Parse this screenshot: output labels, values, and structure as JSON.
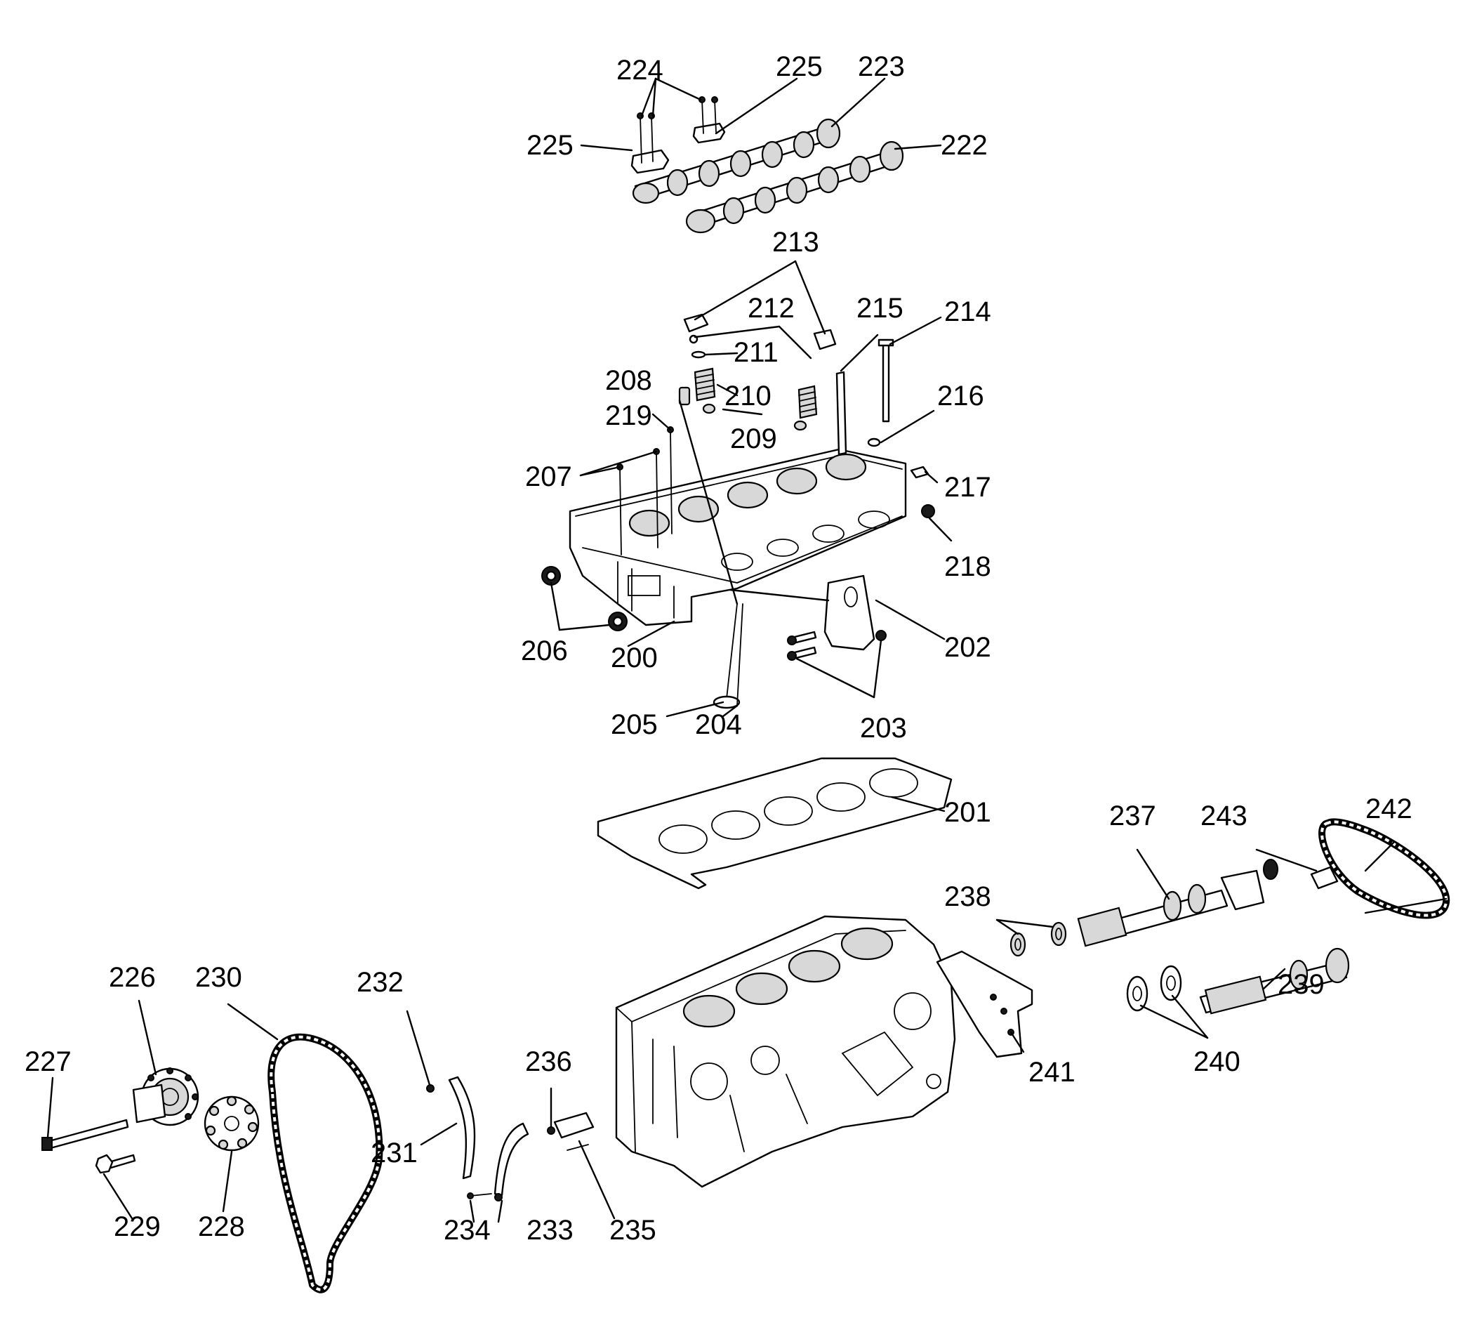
{
  "callouts": [
    {
      "id": "200",
      "text": "200"
    },
    {
      "id": "201",
      "text": "201"
    },
    {
      "id": "202",
      "text": "202"
    },
    {
      "id": "203",
      "text": "203"
    },
    {
      "id": "204",
      "text": "204"
    },
    {
      "id": "205",
      "text": "205"
    },
    {
      "id": "206",
      "text": "206"
    },
    {
      "id": "207",
      "text": "207"
    },
    {
      "id": "208",
      "text": "208"
    },
    {
      "id": "209",
      "text": "209"
    },
    {
      "id": "210",
      "text": "210"
    },
    {
      "id": "211",
      "text": "211"
    },
    {
      "id": "212",
      "text": "212"
    },
    {
      "id": "213",
      "text": "213"
    },
    {
      "id": "214",
      "text": "214"
    },
    {
      "id": "215",
      "text": "215"
    },
    {
      "id": "216",
      "text": "216"
    },
    {
      "id": "217",
      "text": "217"
    },
    {
      "id": "218",
      "text": "218"
    },
    {
      "id": "219",
      "text": "219"
    },
    {
      "id": "222",
      "text": "222"
    },
    {
      "id": "223",
      "text": "223"
    },
    {
      "id": "224",
      "text": "224"
    },
    {
      "id": "225a",
      "text": "225"
    },
    {
      "id": "225b",
      "text": "225"
    },
    {
      "id": "226",
      "text": "226"
    },
    {
      "id": "227",
      "text": "227"
    },
    {
      "id": "228",
      "text": "228"
    },
    {
      "id": "229",
      "text": "229"
    },
    {
      "id": "230",
      "text": "230"
    },
    {
      "id": "231",
      "text": "231"
    },
    {
      "id": "232",
      "text": "232"
    },
    {
      "id": "233",
      "text": "233"
    },
    {
      "id": "234",
      "text": "234"
    },
    {
      "id": "235",
      "text": "235"
    },
    {
      "id": "236",
      "text": "236"
    },
    {
      "id": "237",
      "text": "237"
    },
    {
      "id": "238",
      "text": "238"
    },
    {
      "id": "239",
      "text": "239"
    },
    {
      "id": "240",
      "text": "240"
    },
    {
      "id": "241",
      "text": "241"
    },
    {
      "id": "242",
      "text": "242"
    },
    {
      "id": "243",
      "text": "243"
    }
  ]
}
